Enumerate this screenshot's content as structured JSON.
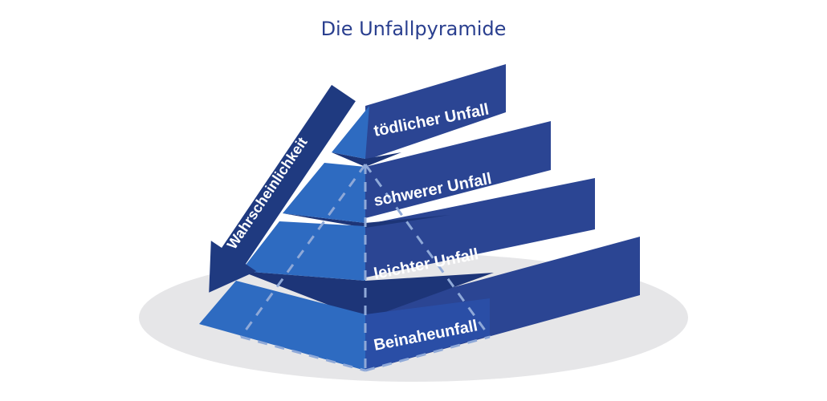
{
  "title": "Die Unfallpyramide",
  "arrow_label": "Wahrscheinlichkeit",
  "levels": [
    {
      "label": "tödlicher Unfall"
    },
    {
      "label": "schwerer Unfall"
    },
    {
      "label": "leichter Unfall"
    },
    {
      "label": "Beinaheunfall"
    }
  ],
  "colors": {
    "title": "#2a3f8f",
    "banner": "#2b4593",
    "pyramid_face": "#2e6bc1",
    "pyramid_band": "#1d3578",
    "arrow": "#1f3a80",
    "shadow": "#e6e6e8",
    "dashed_outline": "#8fa9d8"
  }
}
